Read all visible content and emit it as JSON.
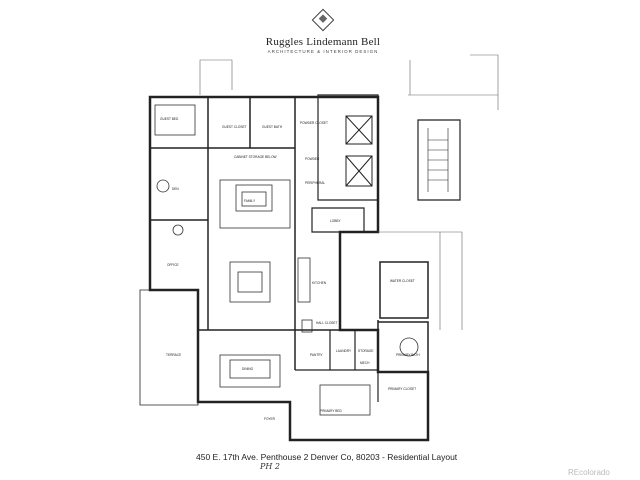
{
  "header": {
    "firm_name": "Ruggles Lindemann Bell",
    "tagline": "ARCHITECTURE & INTERIOR DESIGN"
  },
  "rooms": {
    "guest_bed": "GUEST BED",
    "guest_closet": "GUEST CLOSET",
    "guest_bath": "GUEST BATH",
    "powder_closet": "POWDER CLOSET",
    "den": "DEN",
    "cabinet_storage": "CABINET STORAGE BELOW",
    "family": "FAMILY",
    "powder": "POWDER",
    "peripheral": "PERIPHERAL",
    "elevator_lobby": "LOBBY",
    "office": "OFFICE",
    "kitchen": "KITCHEN",
    "pantry": "PANTRY",
    "laundry": "LAUNDRY",
    "storage": "STORAGE",
    "mech": "MECH",
    "hall_closet": "HALL CLOSET",
    "dining": "DINING",
    "terrace": "TERRACE",
    "foyer": "FOYER",
    "primary_bed": "PRIMARY BED",
    "primary_bath": "PRIMARY BATH",
    "primary_closet": "PRIMARY CLOSET",
    "primary_water_closet": "WATER CLOSET"
  },
  "caption": "450 E. 17th Ave. Penthouse 2 Denver Co, 80203 - Residential Layout",
  "handwritten_note": "PH 2",
  "watermark": "REcolorado"
}
